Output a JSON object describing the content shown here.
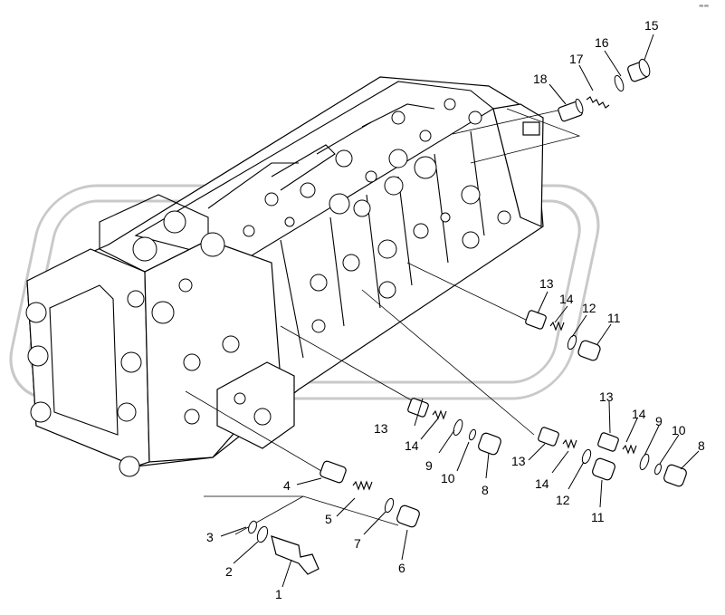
{
  "diagram": {
    "corner_mark": "▬▬",
    "callouts": [
      {
        "id": "c15",
        "text": "15"
      },
      {
        "id": "c16",
        "text": "16"
      },
      {
        "id": "c17",
        "text": "17"
      },
      {
        "id": "c18",
        "text": "18"
      },
      {
        "id": "c13a",
        "text": "13"
      },
      {
        "id": "c14a",
        "text": "14"
      },
      {
        "id": "c12a",
        "text": "12"
      },
      {
        "id": "c11a",
        "text": "11"
      },
      {
        "id": "c13b",
        "text": "13"
      },
      {
        "id": "c14b",
        "text": "14"
      },
      {
        "id": "c9a",
        "text": "9"
      },
      {
        "id": "c10a",
        "text": "10"
      },
      {
        "id": "c8a",
        "text": "8"
      },
      {
        "id": "c13c",
        "text": "13"
      },
      {
        "id": "c14c",
        "text": "14"
      },
      {
        "id": "c12b",
        "text": "12"
      },
      {
        "id": "c11b",
        "text": "11"
      },
      {
        "id": "c13d",
        "text": "13"
      },
      {
        "id": "c14d",
        "text": "14"
      },
      {
        "id": "c9b",
        "text": "9"
      },
      {
        "id": "c10b",
        "text": "10"
      },
      {
        "id": "c8b",
        "text": "8"
      },
      {
        "id": "c4",
        "text": "4"
      },
      {
        "id": "c5",
        "text": "5"
      },
      {
        "id": "c3",
        "text": "3"
      },
      {
        "id": "c7",
        "text": "7"
      },
      {
        "id": "c2",
        "text": "2"
      },
      {
        "id": "c6",
        "text": "6"
      },
      {
        "id": "c1",
        "text": "1"
      }
    ]
  }
}
